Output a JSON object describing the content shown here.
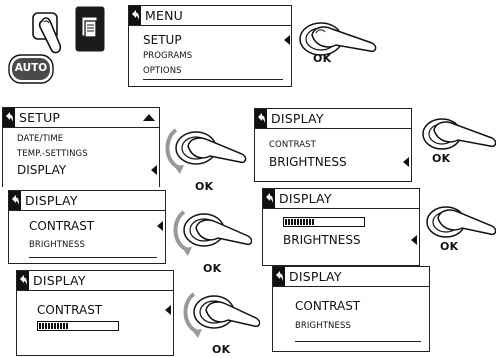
{
  "top": {
    "auto_label": "AUTO",
    "menu_panel": {
      "title": "MENU",
      "items": [
        "SETUP",
        "PROGRAMS",
        "OPTIONS"
      ]
    }
  },
  "ok_label": "OK",
  "setup_panel": {
    "title": "SETUP",
    "items": [
      "DATE/TIME",
      "TEMP.-SETTINGS",
      "DISPLAY"
    ]
  },
  "display_contrast_select": {
    "title": "DISPLAY",
    "items": [
      "CONTRAST",
      "BRIGHTNESS"
    ]
  },
  "display_contrast_adjust": {
    "title": "DISPLAY",
    "item": "CONTRAST",
    "level": 0.37
  },
  "display_brightness_select": {
    "title": "DISPLAY",
    "items": [
      "CONTRAST",
      "BRIGHTNESS"
    ]
  },
  "display_brightness_adjust": {
    "title": "DISPLAY",
    "item": "BRIGHTNESS",
    "level": 0.37
  },
  "display_final": {
    "title": "DISPLAY",
    "items": [
      "CONTRAST",
      "BRIGHTNESS"
    ]
  },
  "icons": [
    "hand-press-icon",
    "menu-device-icon",
    "auto-button-icon",
    "back-arrow-icon",
    "ok-dial-icon",
    "rotate-dial-icon",
    "selection-arrow-icon",
    "scroll-up-icon"
  ]
}
